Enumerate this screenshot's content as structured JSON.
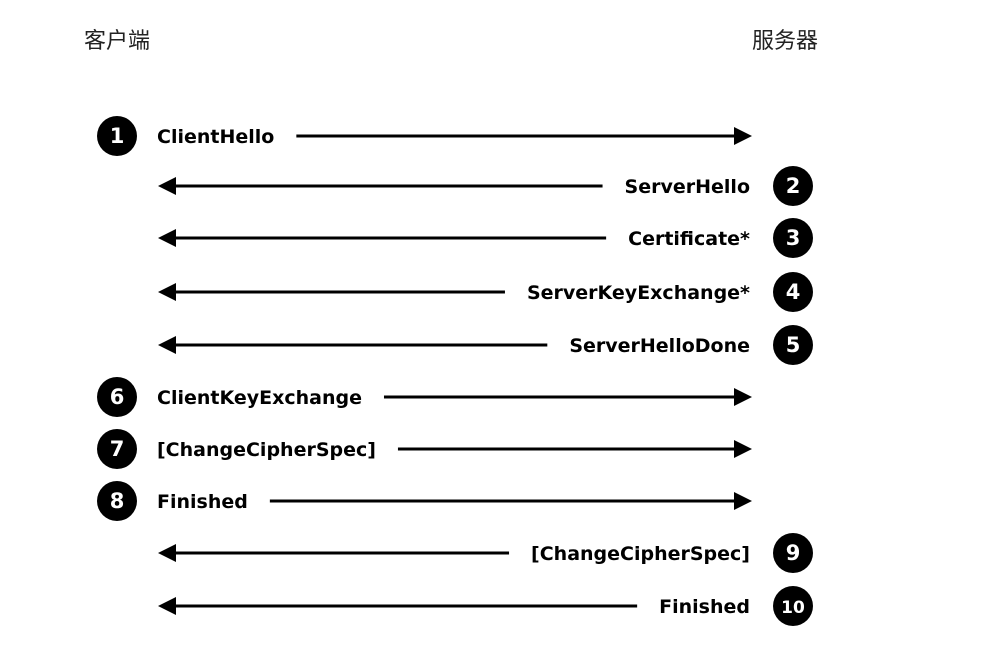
{
  "diagram": {
    "client_label": "客户端",
    "server_label": "服务器",
    "colors": {
      "line": "#000000",
      "badge": "#000000",
      "badge_text": "#ffffff",
      "background": "#ffffff"
    },
    "messages": [
      {
        "step": "1",
        "label": "ClientHello",
        "direction": "client-to-server"
      },
      {
        "step": "2",
        "label": "ServerHello",
        "direction": "server-to-client"
      },
      {
        "step": "3",
        "label": "Certificate*",
        "direction": "server-to-client"
      },
      {
        "step": "4",
        "label": "ServerKeyExchange*",
        "direction": "server-to-client"
      },
      {
        "step": "5",
        "label": "ServerHelloDone",
        "direction": "server-to-client"
      },
      {
        "step": "6",
        "label": "ClientKeyExchange",
        "direction": "client-to-server"
      },
      {
        "step": "7",
        "label": "[ChangeCipherSpec]",
        "direction": "client-to-server"
      },
      {
        "step": "8",
        "label": "Finished",
        "direction": "client-to-server"
      },
      {
        "step": "9",
        "label": "[ChangeCipherSpec]",
        "direction": "server-to-client"
      },
      {
        "step": "10",
        "label": "Finished",
        "direction": "server-to-client"
      }
    ]
  }
}
